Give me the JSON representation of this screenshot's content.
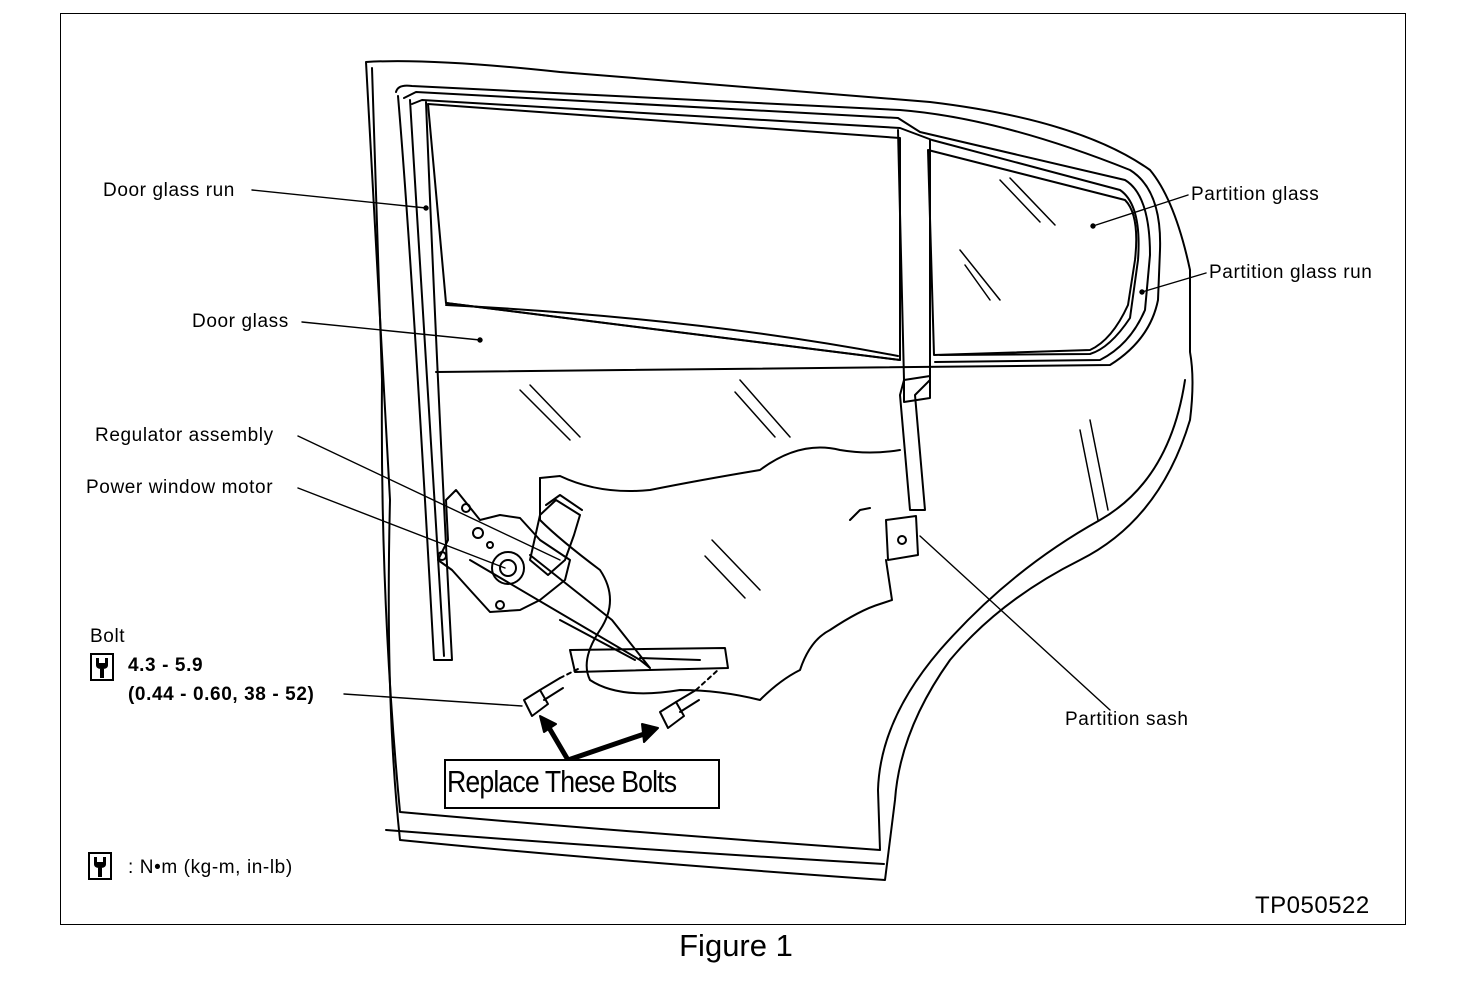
{
  "labels": {
    "door_glass_run": "Door glass run",
    "door_glass": "Door glass",
    "regulator_assembly": "Regulator assembly",
    "power_window_motor": "Power window motor",
    "partition_glass": "Partition glass",
    "partition_glass_run": "Partition glass run",
    "partition_sash": "Partition sash"
  },
  "bolt": {
    "title": "Bolt",
    "torque_nm": "4.3 - 5.9",
    "torque_other": "(0.44 - 0.60, 38 - 52)"
  },
  "callout": {
    "replace": "Replace These Bolts"
  },
  "legend": {
    "units": ":  N•m  (kg-m,  in-lb)"
  },
  "figure_code": "TP050522",
  "caption": "Figure 1",
  "icons": [
    "torque-wrench-icon"
  ]
}
